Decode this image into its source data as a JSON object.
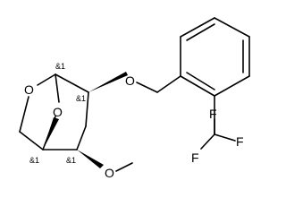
{
  "molecule": {
    "atom_labels": {
      "bridge_oxygen": "O",
      "ring_oxygen": "O",
      "ether_oxygen": "O",
      "methoxy_oxygen": "O",
      "fluorine_top": "F",
      "fluorine_left": "F",
      "fluorine_right": "F"
    },
    "stereo_labels": {
      "anomeric_carbon": "&1",
      "benzyloxy_carbon": "&1",
      "bridgehead_carbon": "&1",
      "methoxy_carbon": "&1"
    }
  }
}
